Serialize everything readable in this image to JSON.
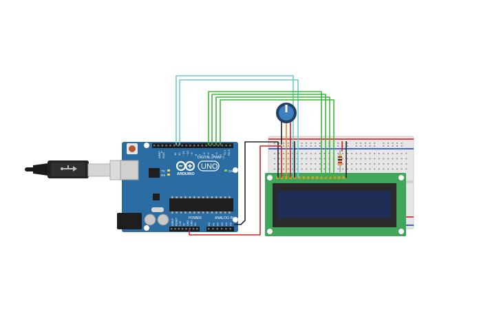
{
  "arduino": {
    "brand": "ARDUINO",
    "model": "UNO",
    "digital_label": "DIGITAL (PWM~)",
    "power_label": "POWER",
    "analog_label": "ANALOG IN",
    "aref_label": "AREF",
    "gnd_label": "GND",
    "tx_label": "TX",
    "rx_label": "RX",
    "on_label": "ON",
    "l_label": "L",
    "digital_pins": [
      "13",
      "12",
      "~11",
      "~10",
      "~9",
      "8",
      "7",
      "~6",
      "~5",
      "4",
      "~3",
      "2",
      "TX 1",
      "RX 0"
    ],
    "power_pins": [
      "IOREF",
      "RESET",
      "3.3V",
      "5V",
      "GND",
      "GND",
      "Vin"
    ],
    "analog_pins": [
      "A0",
      "A1",
      "A2",
      "A3",
      "A4",
      "A5"
    ]
  },
  "colors": {
    "board": "#2b6ca3",
    "board_dark": "#1f5686",
    "lcd_pcb": "#3fa65a",
    "lcd_screen": "#1f2e55",
    "wire_cyan": "#6ec9cf",
    "wire_green": "#3db43b",
    "wire_black": "#222222",
    "wire_red": "#d32020",
    "wire_orange": "#e8831a",
    "breadboard": "#e6e6e6"
  },
  "icons": {
    "usb": "usb-cable-icon",
    "pot": "potentiometer-knob-icon",
    "resistor": "resistor-icon"
  }
}
